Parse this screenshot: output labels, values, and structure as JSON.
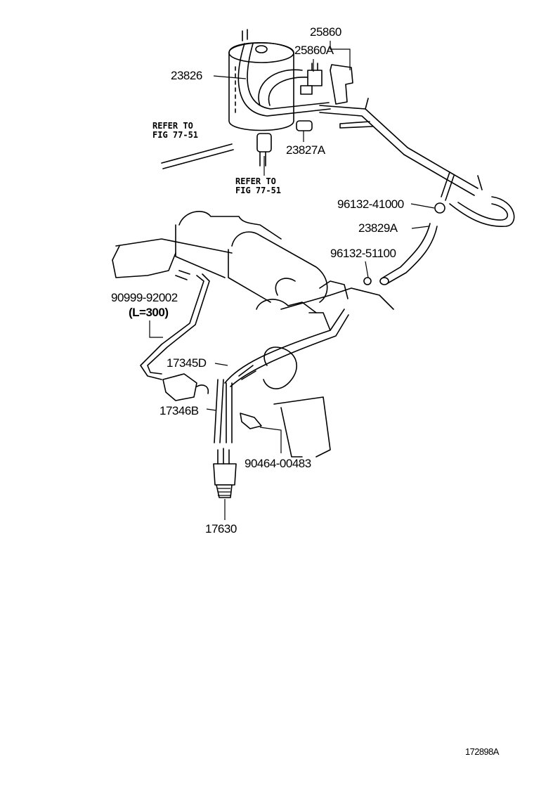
{
  "labels": {
    "p25860": "25860",
    "p25860a": "25860A",
    "p23826": "23826",
    "p23827a": "23827A",
    "p96132_41000": "96132-41000",
    "p23829a": "23829A",
    "p96132_51100": "96132-51100",
    "p90999_92002": "90999-92002",
    "p90999_len": "(L=300)",
    "p17345d": "17345D",
    "p17346b": "17346B",
    "p90464_00483": "90464-00483",
    "p17630": "17630",
    "fig_id": "172898A"
  },
  "refs": [
    {
      "line1": "REFER TO",
      "line2": "FIG 77-51"
    },
    {
      "line1": "REFER TO",
      "line2": "FIG 77-51"
    }
  ]
}
